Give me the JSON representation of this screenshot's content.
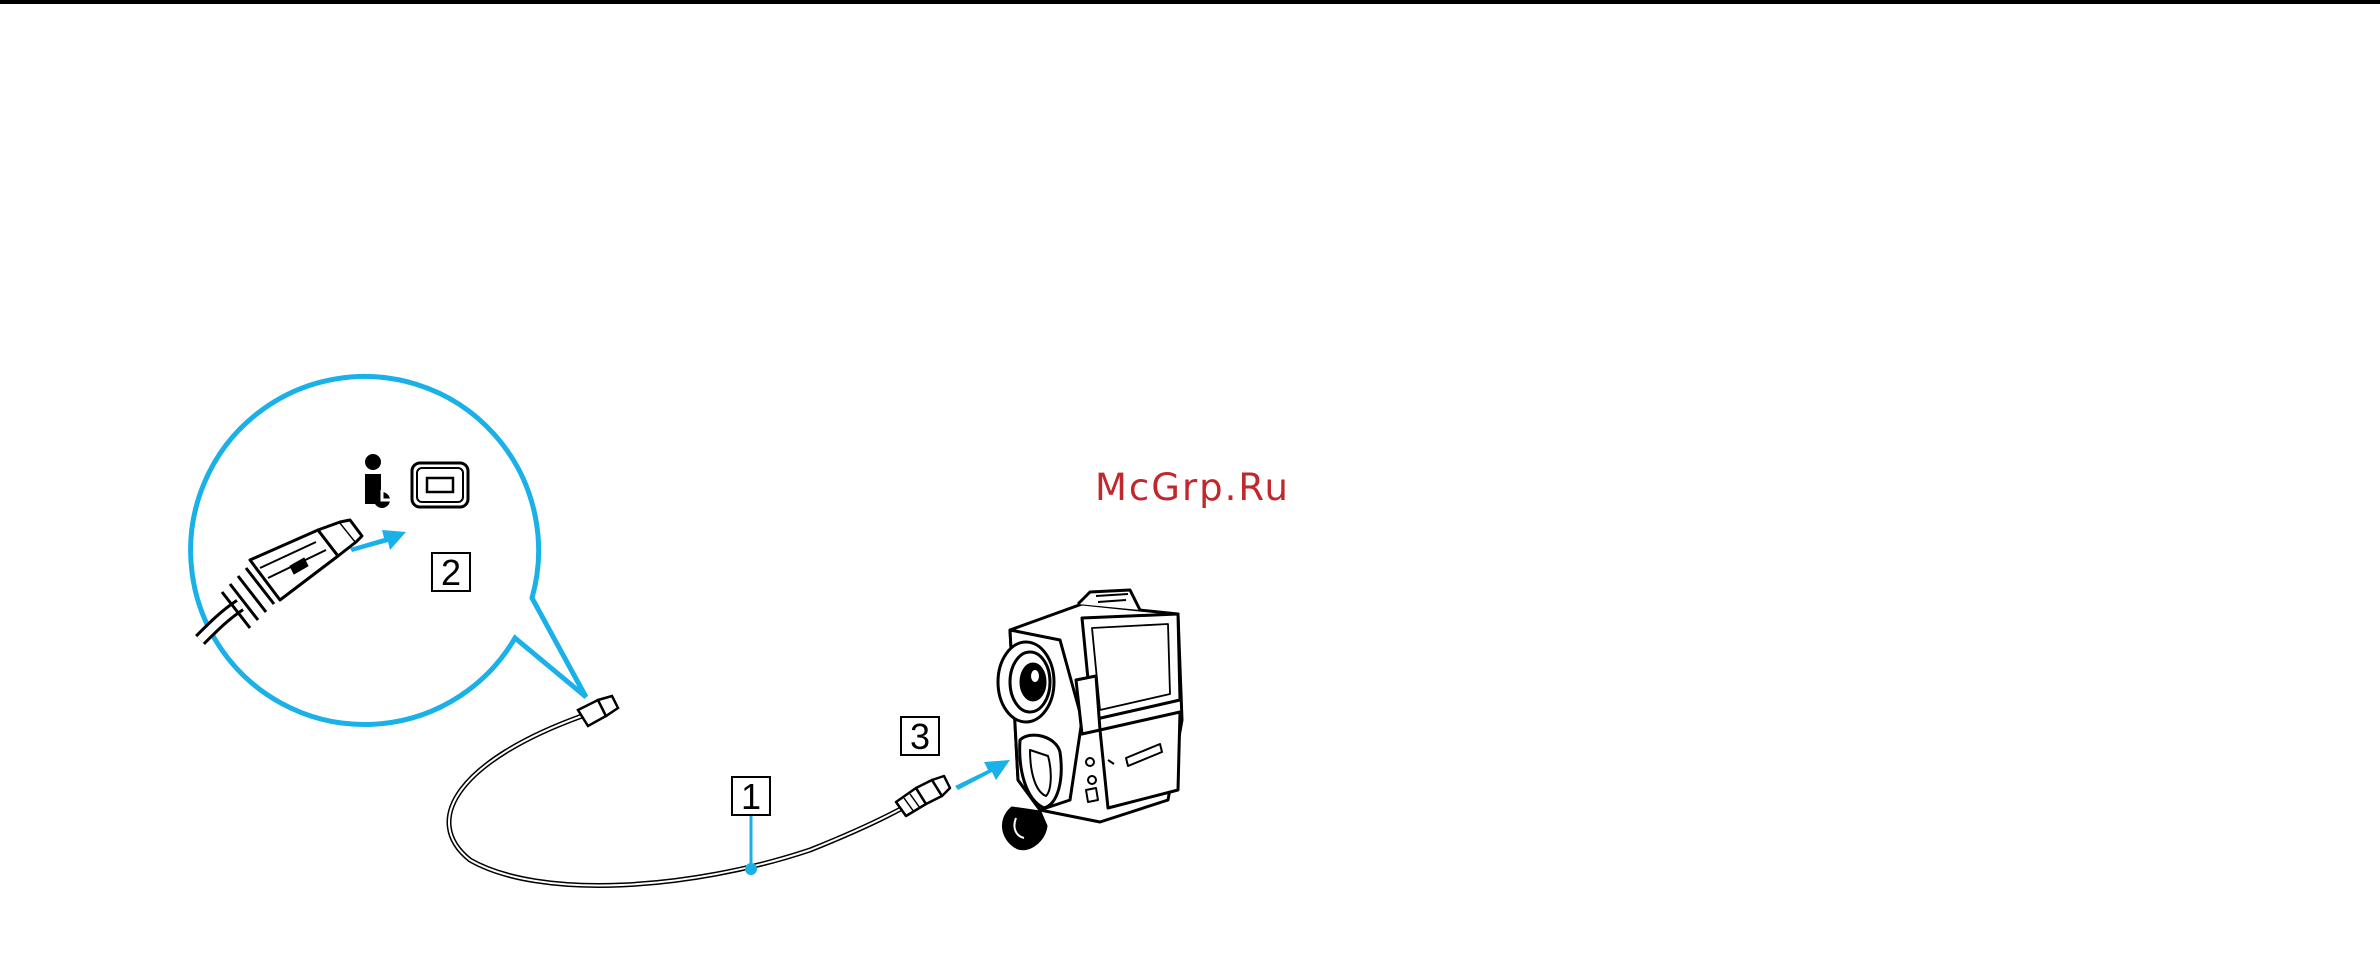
{
  "watermark": {
    "text": "McGrp.Ru",
    "color": "#c0282d"
  },
  "callouts": [
    {
      "number": "1"
    },
    {
      "number": "2"
    },
    {
      "number": "3"
    }
  ],
  "colors": {
    "accent": "#1ab0e8",
    "line": "#000000",
    "background": "#ffffff"
  },
  "icons": {
    "port_symbol": "ieee1394-i-link-icon",
    "port_socket": "4-pin-port-icon"
  }
}
